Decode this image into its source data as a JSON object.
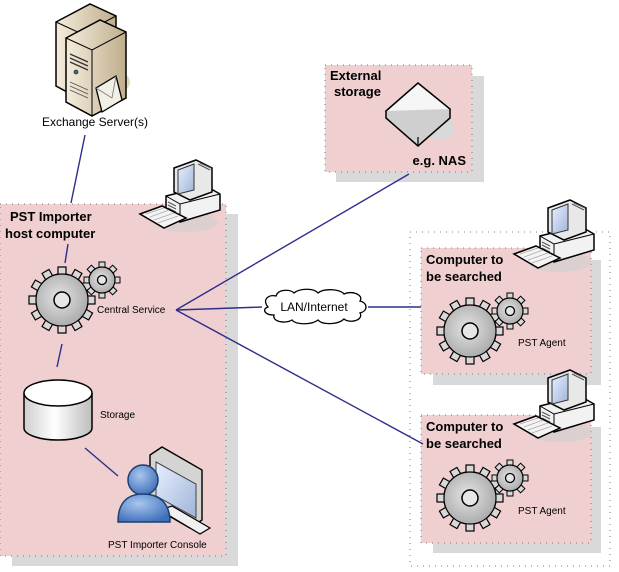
{
  "title": "PST Importer architecture diagram",
  "colors": {
    "zone_fill": "#efcfcf",
    "zone_shadow": "#d8d8d8",
    "connector": "#2e2e8c",
    "gear_fill": "#c8c8c8"
  },
  "nodes": {
    "exchange_server": {
      "label": "Exchange Server(s)",
      "icon": "server-with-mail-icon"
    },
    "external_storage": {
      "title": "External storage",
      "title_line1": "External",
      "title_line2": "storage",
      "caption": "e.g. NAS",
      "icon": "nas-device-icon"
    },
    "host": {
      "title_line1": "PST Importer",
      "title_line2": "host computer",
      "central_service": "Central Service",
      "storage": "Storage",
      "console": "PST Importer Console",
      "icons": [
        "desktop-computer-icon",
        "gears-icon",
        "database-icon",
        "user-at-monitor-icon"
      ]
    },
    "network": {
      "label": "LAN/Internet",
      "icon": "cloud-icon"
    },
    "agents": [
      {
        "title_line1": "Computer to",
        "title_line2": "be searched",
        "agent_label": "PST Agent"
      },
      {
        "title_line1": "Computer to",
        "title_line2": "be searched",
        "agent_label": "PST Agent"
      }
    ]
  },
  "connections": [
    {
      "from": "Exchange Server(s)",
      "to": "Central Service"
    },
    {
      "from": "Central Service",
      "to": "Storage"
    },
    {
      "from": "Storage",
      "to": "PST Importer Console"
    },
    {
      "from": "Central Service",
      "to": "External storage"
    },
    {
      "from": "Central Service",
      "to": "LAN/Internet"
    },
    {
      "from": "LAN/Internet",
      "to": "Computer to be searched (1)"
    },
    {
      "from": "Central Service",
      "to": "Computer to be searched (2)"
    }
  ]
}
